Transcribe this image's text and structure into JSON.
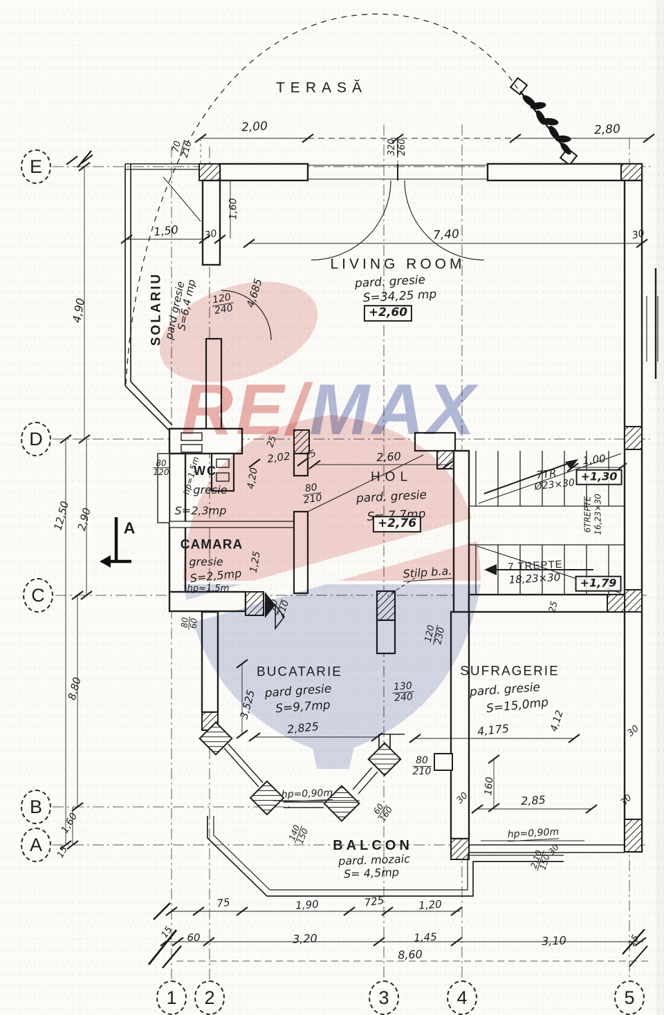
{
  "watermark": {
    "re": "RE",
    "slash": "/",
    "max": "MAX",
    "red": "#cf4a42",
    "blue": "#4a5da8"
  },
  "grid": {
    "rows": [
      "E",
      "D",
      "C",
      "B",
      "A"
    ],
    "cols": [
      "1",
      "2",
      "3",
      "4",
      "5"
    ]
  },
  "rooms": {
    "terasa": {
      "name": "TERASĂ"
    },
    "solariu": {
      "name": "SOLARIU",
      "floor": "pard gresie",
      "area": "S=6,4 mp"
    },
    "living": {
      "name": "LIVING ROOM",
      "floor": "pard. gresie",
      "area": "S=34,25 mp",
      "level": "+2,60"
    },
    "wc": {
      "name": "WC",
      "floor": "gresie",
      "area": "S=2,3mp"
    },
    "hol": {
      "name": "HOL",
      "floor": "pard. gresie",
      "area": "S= 7,7mp",
      "level": "+2,76"
    },
    "camara": {
      "name": "CAMARA",
      "floor": "gresie",
      "area": "S=2,5mp",
      "note": "hp≈1,5m"
    },
    "bucatarie": {
      "name": "BUCATARIE",
      "floor": "pard gresie",
      "area": "S=9,7mp"
    },
    "sufragerie": {
      "name": "SUFRAGERIE",
      "floor": "pard. gresie",
      "area": "S=15,0mp"
    },
    "balcon": {
      "name": "BALCON",
      "floor": "pard. mozaic",
      "area": "S= 4,5mp"
    }
  },
  "stairs": {
    "upper_dim": "1,00",
    "upper_level": "+1,30",
    "upper_label": "7TR",
    "upper_size": "Ø23×30",
    "side_label": "6TREPTE",
    "side_size": "16,23×30",
    "lower_label": "7 TREPTE",
    "lower_size": "18,23×30",
    "lower_level": "+1,79",
    "tick": "25"
  },
  "column": {
    "label": "Stilp b.a."
  },
  "section": {
    "label": "A"
  },
  "dims": {
    "top_200": "2,00",
    "top_280": "2,80",
    "top_740": "7,40",
    "top_150": "1,50",
    "t30a": "30",
    "t30b": "30",
    "v160": "1,60",
    "v4685": "4,685",
    "v490": "4,90",
    "wc_hp": "hp=1,5m",
    "wc_25": "25",
    "wc_202": "2,02",
    "wc_15": "15",
    "wc_420": "4,20",
    "hol_260": "2,60",
    "cam_125": "1,25",
    "left_1250": "12,50",
    "left_290": "2,90",
    "left_880": "8,80",
    "left_160": "1,60",
    "left_15": "15",
    "buc_3525": "3,525",
    "buc_2825": "2,825",
    "suf_4175": "4,175",
    "suf_412": "4,12",
    "suf_30r": "30",
    "suf_160": "160",
    "suf_285": "2,85",
    "suf_hp": "hp=0,90m",
    "suf_30b": "30",
    "suf_30c": "30",
    "bal_hp": "hp=0,90m",
    "bal_30": "30",
    "b75": "75",
    "b190": "1,90",
    "b725": "725",
    "b120": "1,20",
    "b15a": "15",
    "b60": "60",
    "b320": "3,20",
    "b145": "1,45",
    "b860": "8,60",
    "b310": "3,10",
    "b15b": "15"
  },
  "fracs": {
    "f70_210": {
      "n": "70",
      "d": "210"
    },
    "f320_260": {
      "n": "320",
      "d": "260"
    },
    "f120_240": {
      "n": "120",
      "d": "240"
    },
    "f80_210a": {
      "n": "80",
      "d": "210"
    },
    "f80_120": {
      "n": "80",
      "d": "120"
    },
    "f70_210b": {
      "n": "70",
      "d": "210"
    },
    "f80_60": {
      "n": "80",
      "d": "60"
    },
    "f130_240": {
      "n": "130",
      "d": "240"
    },
    "f120_230": {
      "n": "120",
      "d": "230"
    },
    "f80_210b": {
      "n": "80",
      "d": "210"
    },
    "f60_160": {
      "n": "60",
      "d": "160"
    },
    "f140_150": {
      "n": "140",
      "d": "150"
    },
    "f210_150": {
      "n": "2,10",
      "d": "150"
    }
  }
}
